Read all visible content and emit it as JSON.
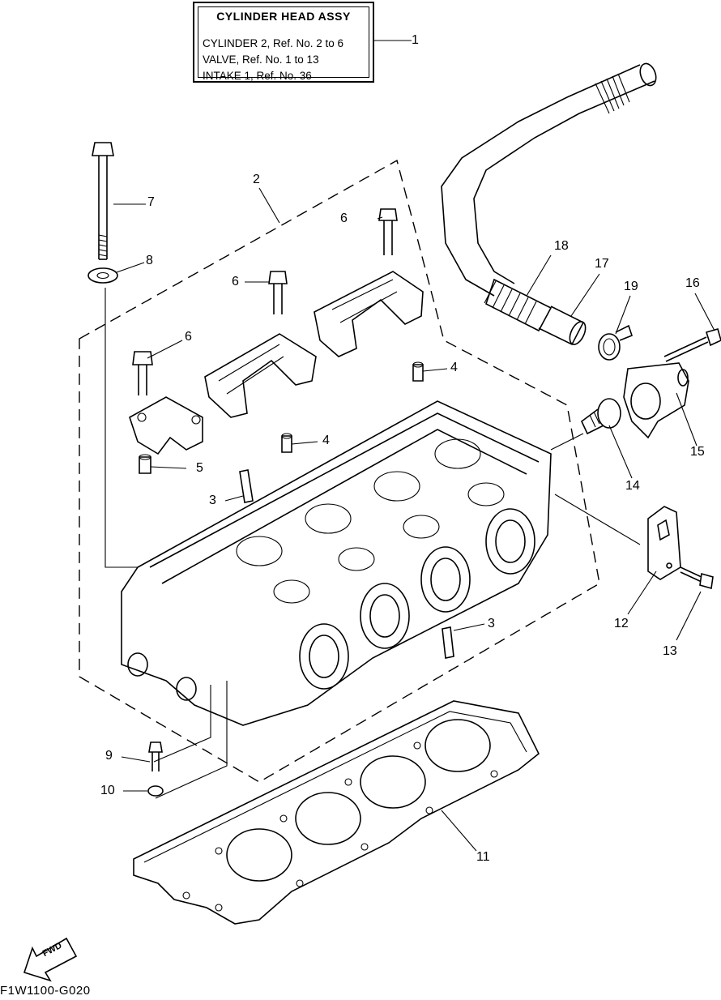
{
  "legend": {
    "title": "CYLINDER HEAD ASSY",
    "lines": [
      "CYLINDER 2, Ref. No. 2 to 6",
      "VALVE, Ref. No. 1 to 13",
      "INTAKE 1, Ref. No. 36"
    ]
  },
  "callouts": {
    "c1": "1",
    "c2": "2",
    "c3a": "3",
    "c3b": "3",
    "c4a": "4",
    "c4b": "4",
    "c5": "5",
    "c6a": "6",
    "c6b": "6",
    "c6c": "6",
    "c7": "7",
    "c8": "8",
    "c9": "9",
    "c10": "10",
    "c11": "11",
    "c12": "12",
    "c13": "13",
    "c14": "14",
    "c15": "15",
    "c16": "16",
    "c17": "17",
    "c18": "18",
    "c19": "19"
  },
  "fwd_label": "FWD",
  "diagram_code": "F1W1100-G020"
}
